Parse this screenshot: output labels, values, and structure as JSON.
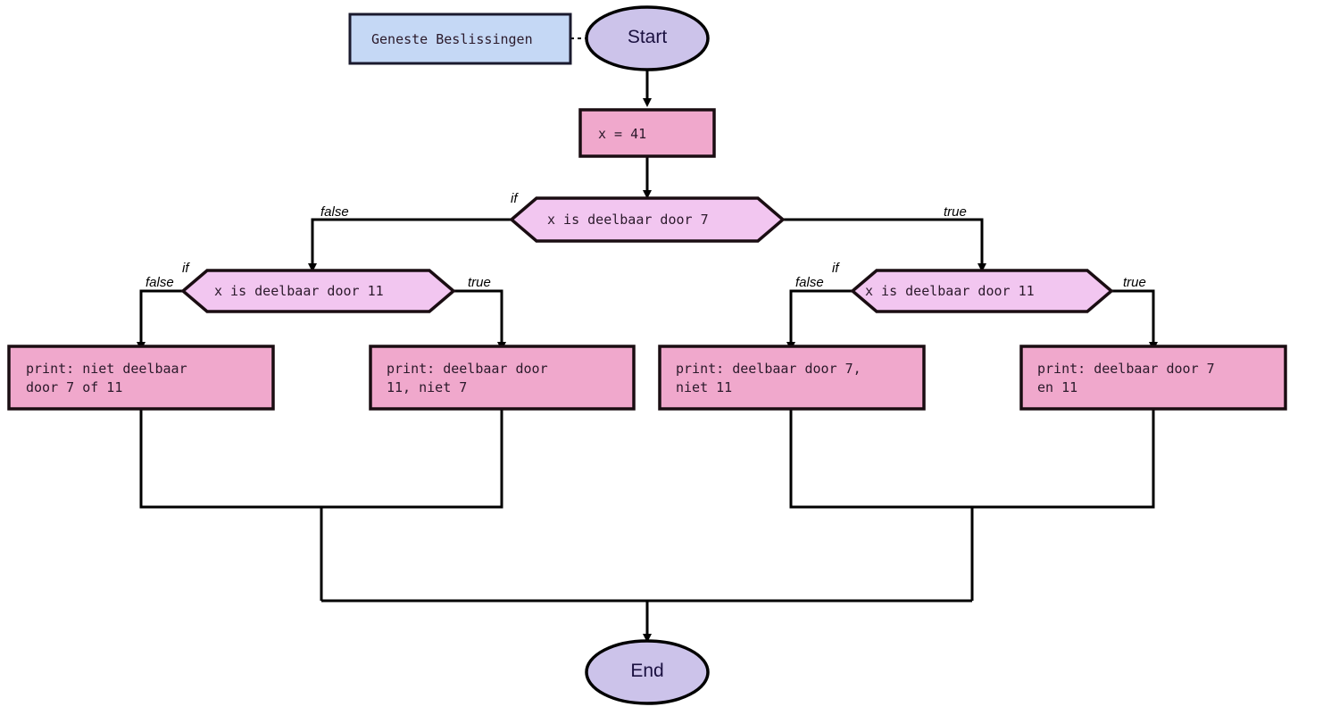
{
  "diagram": {
    "title_box": "Geneste Beslissingen",
    "nodes": {
      "start": "Start",
      "assign": "x = 41",
      "decision_7": "x is deelbaar door 7",
      "decision_11_left": "x is deelbaar door 11",
      "decision_11_right": "x is deelbaar door 11",
      "print_neither_line1": "print: niet deelbaar",
      "print_neither_line2": "door 7 of 11",
      "print_11_only_line1": "print: deelbaar door",
      "print_11_only_line2": "11, niet 7",
      "print_7_only_line1": "print: deelbaar door 7,",
      "print_7_only_line2": "niet 11",
      "print_both_line1": "print: deelbaar door 7",
      "print_both_line2": "en 11",
      "end": "End"
    },
    "edge_labels": {
      "if_top": "if",
      "false_top": "false",
      "true_top": "true",
      "if_left": "if",
      "false_left": "false",
      "true_left": "true",
      "if_right": "if",
      "false_right": "false",
      "true_right": "true"
    },
    "colors": {
      "process_fill": "#f0a8cc",
      "decision_fill": "#f2c6f0",
      "terminal_fill": "#ccc3ea",
      "label_fill": "#c5d8f5",
      "stroke": "#000000",
      "background": "#ffffff"
    }
  }
}
